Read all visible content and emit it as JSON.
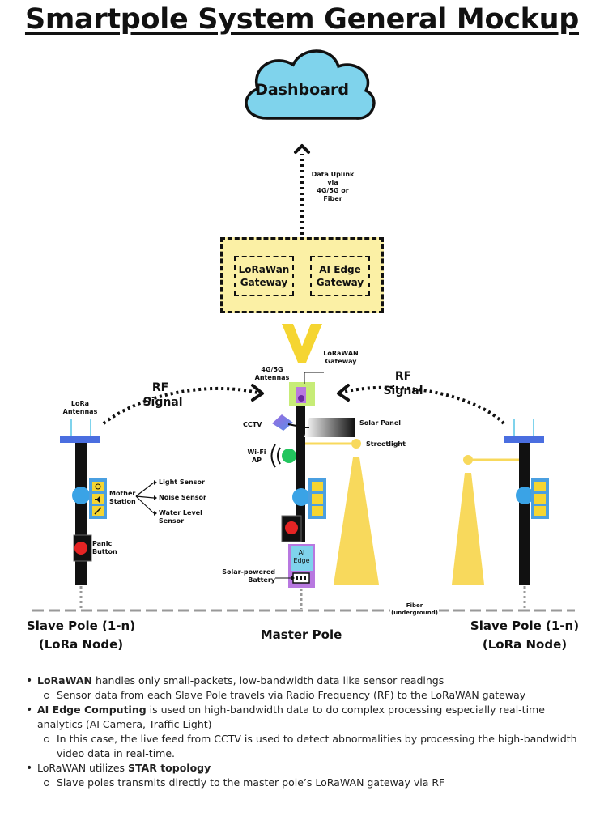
{
  "title": "Smartpole System General Mockup",
  "dashboard": "Dashboard",
  "uplink_label": [
    "Data Uplink",
    "via",
    "4G/5G or",
    "Fiber"
  ],
  "gateways": {
    "lorawan": [
      "LoRaWan",
      "Gateway"
    ],
    "ai_edge": [
      "AI Edge",
      "Gateway"
    ]
  },
  "rf_signal": [
    "RF",
    "Signal"
  ],
  "labels": {
    "antennas_4g5g": [
      "4G/5G",
      "Antennas"
    ],
    "lorawan_gateway": [
      "LoRaWAN",
      "Gateway"
    ],
    "lora_antennas": [
      "LoRa",
      "Antennas"
    ],
    "cctv": "CCTV",
    "solar_panel": "Solar Panel",
    "wifi_ap": [
      "Wi-Fi",
      "AP"
    ],
    "streetlight": "Streetlight",
    "mother_station": [
      "Mother",
      "Station"
    ],
    "light_sensor": "Light Sensor",
    "noise_sensor": "Noise Sensor",
    "water_level_sensor": [
      "Water Level",
      "Sensor"
    ],
    "panic_button": [
      "Panic",
      "Button"
    ],
    "ai_edge_box": [
      "AI",
      "Edge"
    ],
    "solar_battery": [
      "Solar-powered",
      "Battery"
    ],
    "fiber": [
      "Fiber",
      "(underground)"
    ]
  },
  "poles": {
    "left": [
      "Slave Pole (1-n)",
      "(LoRa Node)"
    ],
    "master": "Master Pole",
    "right": [
      "Slave Pole (1-n)",
      "(LoRa Node)"
    ]
  },
  "notes": [
    {
      "bold": "LoRaWAN",
      "text": " handles only small-packets, low-bandwidth data like sensor readings",
      "sub": [
        {
          "pre": "Sensor data from each Slave Pole travels via Radio Frequency (RF) to the LoRaWAN gateway",
          "bold": "",
          "post": ""
        }
      ]
    },
    {
      "bold": "AI Edge Computing",
      "text": " is used on high-bandwidth data to do complex processing especially real-time analytics (AI Camera, Traffic Light)",
      "sub": [
        {
          "pre": "In this case, the live feed from CCTV is used to detect abnormalities by processing the high-bandwidth video data in real-time.",
          "bold": "",
          "post": ""
        }
      ]
    },
    {
      "pre": "LoRaWAN utilizes ",
      "bold": "STAR topology",
      "text": "",
      "sub": [
        {
          "pre": "Slave poles transmits directly to the master pole’s LoRaWAN gateway via RF",
          "bold": "",
          "post": ""
        }
      ]
    }
  ],
  "colors": {
    "cloud": "#7fd3ec",
    "gateway_fill": "#fbf0a5",
    "arrow_yellow": "#f5d531",
    "light_cone": "#f8d95c",
    "pole": "#111111",
    "sensor_box": "#4a9fe0",
    "sensor_blue": "#3aa3e6",
    "antenna_bar": "#4a6ee0",
    "ai_edge_fill": "#7fd3ec",
    "ai_edge_border": "#b878e0",
    "panic_red": "#e52424",
    "wifi_green": "#22c55e",
    "cctv_purple": "#9a6be0"
  }
}
